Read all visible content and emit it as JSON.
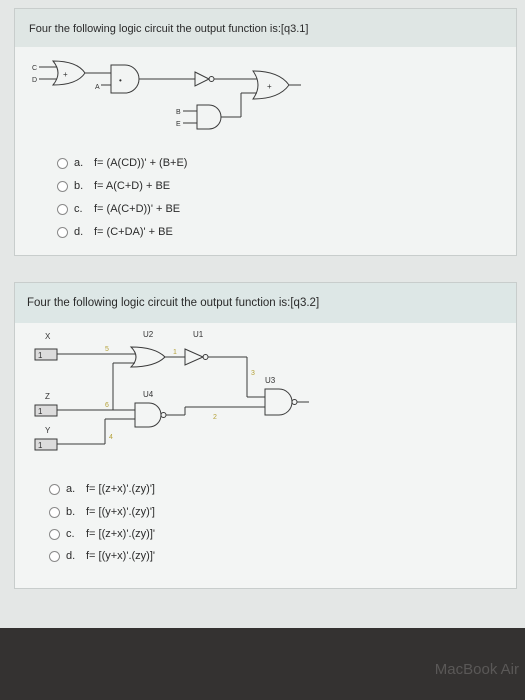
{
  "q1": {
    "title": "Four the following logic circuit the output function is:[q3.1]",
    "circuit": {
      "input_c": "C",
      "input_d": "D",
      "input_a": "A",
      "input_b": "B",
      "input_e": "E",
      "gate_or1": "+",
      "gate_and1": "•",
      "gate_or2": "+"
    },
    "options": [
      {
        "letter": "a.",
        "text": "f= (A(CD))' + (B+E)"
      },
      {
        "letter": "b.",
        "text": "f= A(C+D) + BE"
      },
      {
        "letter": "c.",
        "text": "f= (A(C+D))' + BE"
      },
      {
        "letter": "d.",
        "text": "f= (C+DA)' + BE"
      }
    ]
  },
  "q2": {
    "title": "Four the following logic circuit the output function is:[q3.2]",
    "circuit": {
      "label_x": "X",
      "label_u2": "U2",
      "label_u1": "U1",
      "label_z": "Z",
      "label_u4": "U4",
      "label_y": "Y",
      "label_u3": "U3",
      "pin_5": "5",
      "pin_1": "1",
      "pin_3": "3",
      "pin_6": "6",
      "pin_2": "2",
      "pin_4": "4",
      "switch_x": "1",
      "switch_z": "1",
      "switch_y": "1"
    },
    "options": [
      {
        "letter": "a.",
        "text": "f= [(z+x)'.(zy)']"
      },
      {
        "letter": "b.",
        "text": "f= [(y+x)'.(zy)']"
      },
      {
        "letter": "c.",
        "text": "f= [(z+x)'.(zy)]'"
      },
      {
        "letter": "d.",
        "text": "f= [(y+x)'.(zy)]'"
      }
    ]
  },
  "bezel": {
    "brand": "MacBook Air"
  }
}
